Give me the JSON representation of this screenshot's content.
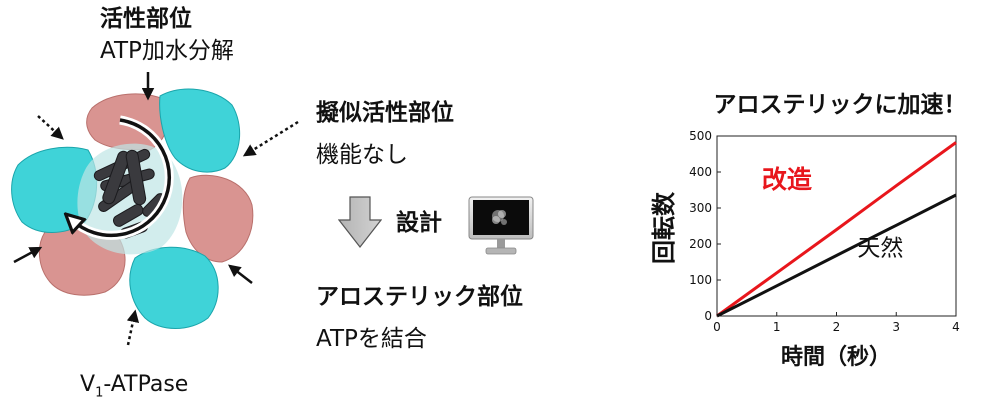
{
  "left": {
    "active_site_title": "活性部位",
    "active_site_desc": "ATP加水分解",
    "protein_label_pre": "V",
    "protein_label_sub": "1",
    "protein_label_post": "-ATPase"
  },
  "middle": {
    "pseudo_site_title": "擬似活性部位",
    "pseudo_site_desc": "機能なし",
    "design_label": "設計",
    "allosteric_title": "アロステリック部位",
    "allosteric_desc": "ATPを結合"
  },
  "chart_data": {
    "type": "line",
    "title": "アロステリックに加速！",
    "xlabel": "時間（秒）",
    "ylabel": "回転数",
    "xlim": [
      0,
      4
    ],
    "ylim": [
      0,
      500
    ],
    "xticks": [
      0,
      1,
      2,
      3,
      4
    ],
    "yticks": [
      0,
      100,
      200,
      300,
      400,
      500
    ],
    "grid": false,
    "series": [
      {
        "name": "改造",
        "color": "#e8161c",
        "x": [
          0,
          1,
          2,
          3,
          4
        ],
        "y": [
          0,
          120,
          240,
          362,
          482
        ]
      },
      {
        "name": "天然",
        "color": "#111111",
        "x": [
          0,
          1,
          2,
          3,
          4
        ],
        "y": [
          0,
          84,
          168,
          252,
          336
        ]
      }
    ]
  },
  "colors": {
    "cyan": "#3fd3d8",
    "pink": "#d99491",
    "red": "#e8161c"
  }
}
